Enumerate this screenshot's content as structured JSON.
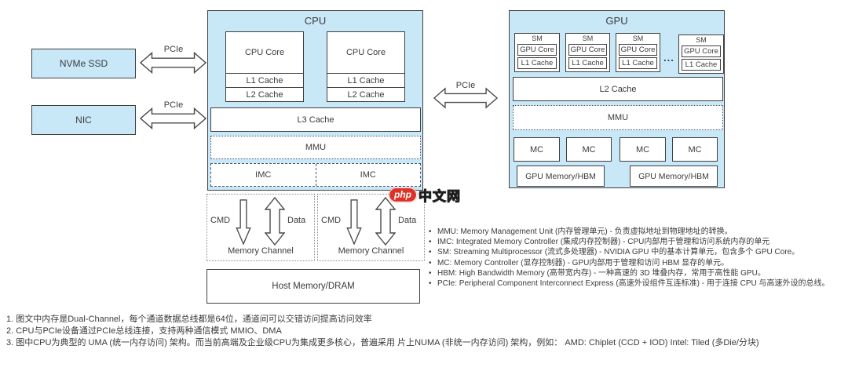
{
  "ui": {
    "bullet": "•"
  },
  "diagram": {
    "devices": {
      "nvme": "NVMe SSD",
      "nic": "NIC"
    },
    "pcie": {
      "left_top": "PCIe",
      "left_bottom": "PCIe",
      "center": "PCIe"
    },
    "cpu": {
      "title": "CPU",
      "core_groups": [
        {
          "core": "CPU Core",
          "l1": "L1 Cache",
          "l2": "L2 Cache"
        },
        {
          "core": "CPU Core",
          "l1": "L1 Cache",
          "l2": "L2 Cache"
        }
      ],
      "l3": "L3 Cache",
      "mmu": "MMU",
      "imc": [
        "IMC",
        "IMC"
      ]
    },
    "memory_channels": [
      {
        "cmd": "CMD",
        "data": "Data",
        "label": "Memory Channel"
      },
      {
        "cmd": "CMD",
        "data": "Data",
        "label": "Memory Channel"
      }
    ],
    "host_memory": "Host Memory/DRAM",
    "gpu": {
      "title": "GPU",
      "sm_units": [
        {
          "label": "SM",
          "core": "GPU Core",
          "l1": "L1 Cache"
        },
        {
          "label": "SM",
          "core": "GPU Core",
          "l1": "L1 Cache"
        },
        {
          "label": "SM",
          "core": "GPU Core",
          "l1": "L1 Cache"
        },
        {
          "label": "SM",
          "core": "GPU Core",
          "l1": "L1 Cache"
        }
      ],
      "ellipsis": "...",
      "l2": "L2 Cache",
      "mmu": "MMU",
      "mc": [
        "MC",
        "MC",
        "MC",
        "MC"
      ],
      "memory": [
        "GPU Memory/HBM",
        "GPU Memory/HBM"
      ]
    }
  },
  "watermark": {
    "badge": "php",
    "text": "中文网"
  },
  "glossary": [
    "MMU: Memory Management Unit (内存管理单元) - 负责虚拟地址到物理地址的转换。",
    "IMC: Integrated Memory Controller (集成内存控制器) - CPU内部用于管理和访问系统内存的单元",
    "SM: Streaming Multiprocessor (流式多处理器) - NVIDIA GPU 中的基本计算单元，包含多个 GPU Core。",
    "MC: Memory Controller (显存控制器) - GPU内部用于管理和访问 HBM 显存的单元。",
    "HBM: High Bandwidth Memory (高带宽内存) - 一种高速的 3D 堆叠内存，常用于高性能 GPU。",
    "PCIe: Peripheral Component Interconnect Express (高速外设组件互连标准) - 用于连接 CPU 与高速外设的总线。"
  ],
  "notes": [
    "1. 图文中内存是Dual-Channel，每个通道数据总线都是64位，通道间可以交错访问提高访问效率",
    "2. CPU与PCIe设备通过PCIe总线连接，支持两种通信模式 MMIO、DMA",
    "3. 图中CPU为典型的 UMA (统一内存访问) 架构。而当前高端及企业级CPU为集成更多核心，普遍采用 片上NUMA (非统一内存访问) 架构，例如：  AMD: Chiplet (CCD + IOD)   Intel: Tiled (多Die/分块)"
  ],
  "colors": {
    "block_fill": "#c8e8f8",
    "border": "#3f3f3f",
    "watermark_red": "#dd3226"
  }
}
